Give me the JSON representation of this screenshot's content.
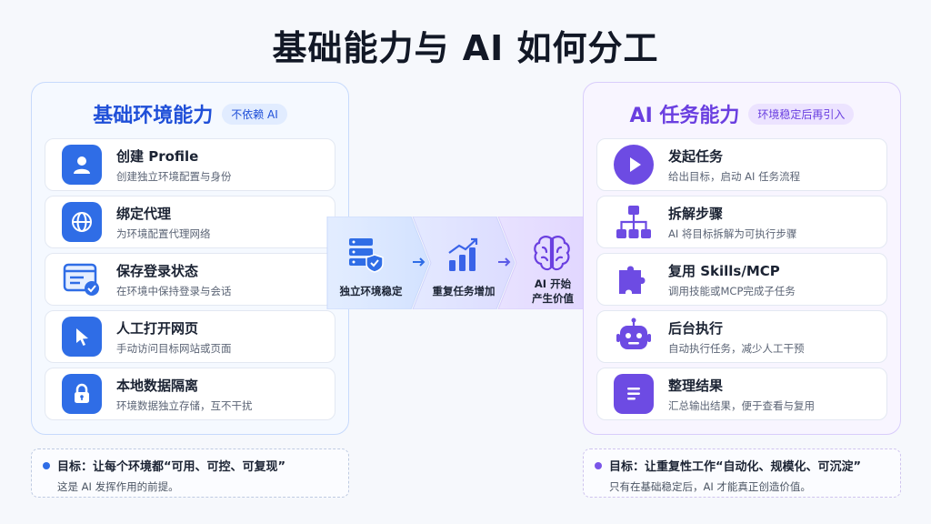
{
  "title": "基础能力与 AI 如何分工",
  "left": {
    "title": "基础环境能力",
    "tag": "不依赖 AI",
    "items": [
      {
        "title": "创建 Profile",
        "desc": "创建独立环境配置与身份",
        "icon": "user-icon"
      },
      {
        "title": "绑定代理",
        "desc": "为环境配置代理网络",
        "icon": "globe-icon"
      },
      {
        "title": "保存登录状态",
        "desc": "在环境中保持登录与会话",
        "icon": "browser-check-icon"
      },
      {
        "title": "人工打开网页",
        "desc": "手动访问目标网站或页面",
        "icon": "cursor-icon"
      },
      {
        "title": "本地数据隔离",
        "desc": "环境数据独立存储，互不干扰",
        "icon": "lock-icon"
      }
    ],
    "goal_title": "目标：让每个环境都“可用、可控、可复现”",
    "goal_desc": "这是 AI 发挥作用的前提。"
  },
  "flow": {
    "steps": [
      {
        "label": "独立环境稳定",
        "icon": "server-shield-icon"
      },
      {
        "label": "重复任务增加",
        "icon": "bar-chart-up-icon"
      },
      {
        "label_line1": "AI 开始",
        "label_line2": "产生价值",
        "icon": "brain-icon"
      }
    ]
  },
  "right": {
    "title": "AI 任务能力",
    "tag": "环境稳定后再引入",
    "items": [
      {
        "title": "发起任务",
        "desc": "给出目标，启动 AI 任务流程",
        "icon": "play-icon"
      },
      {
        "title": "拆解步骤",
        "desc": "AI 将目标拆解为可执行步骤",
        "icon": "hierarchy-icon"
      },
      {
        "title": "复用 Skills/MCP",
        "desc": "调用技能或MCP完成子任务",
        "icon": "puzzle-icon"
      },
      {
        "title": "后台执行",
        "desc": "自动执行任务，减少人工干预",
        "icon": "robot-icon"
      },
      {
        "title": "整理结果",
        "desc": "汇总输出结果，便于查看与复用",
        "icon": "document-icon"
      }
    ],
    "goal_title": "目标：让重复性工作“自动化、规模化、可沉淀”",
    "goal_desc": "只有在基础稳定后，AI 才能真正创造价值。"
  },
  "colors": {
    "left_accent": "#2f6de6",
    "right_accent": "#6d4be3"
  }
}
